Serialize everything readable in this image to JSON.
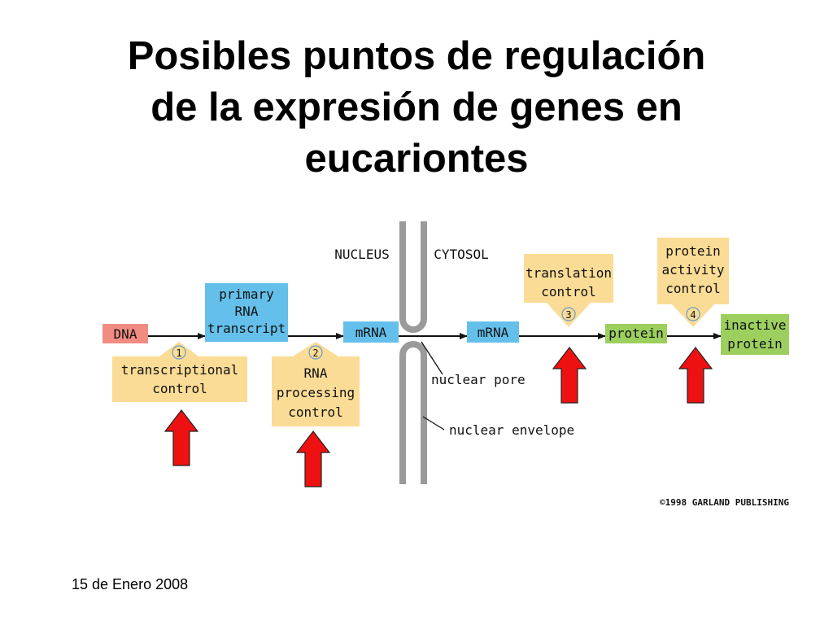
{
  "title": {
    "line1": "Posibles puntos de regulación",
    "line2": "de la expresión de genes en",
    "line3": "eucariontes"
  },
  "footer": {
    "date": "15 de Enero 2008"
  },
  "diagram": {
    "compartments": {
      "nucleus": "NUCLEUS",
      "cytosol": "CYTOSOL"
    },
    "molecules": {
      "dna": "DNA",
      "primary_rna": [
        "primary",
        "RNA",
        "transcript"
      ],
      "mrna_nucleus": "mRNA",
      "mrna_cytosol": "mRNA",
      "protein": "protein",
      "inactive_protein": [
        "inactive",
        "protein"
      ]
    },
    "control_points": [
      {
        "number": "1",
        "label": [
          "transcriptional",
          "control"
        ]
      },
      {
        "number": "2",
        "label": [
          "RNA",
          "processing",
          "control"
        ]
      },
      {
        "number": "3",
        "label": [
          "translation",
          "control"
        ]
      },
      {
        "number": "4",
        "label": [
          "protein",
          "activity",
          "control"
        ]
      }
    ],
    "annotations": {
      "nuclear_pore": "nuclear pore",
      "nuclear_envelope": "nuclear envelope"
    },
    "copyright": "©1998 GARLAND PUBLISHING",
    "colors": {
      "dna_box": "#f08c82",
      "rna_box": "#64c0ea",
      "protein_box": "#9ccf5e",
      "control_box": "#fbdc96",
      "arrow_red": "#ee1111",
      "membrane": "#9a9a9a",
      "pathway_arrow": "#111111"
    },
    "highlight_arrows": "red-up-arrows"
  }
}
